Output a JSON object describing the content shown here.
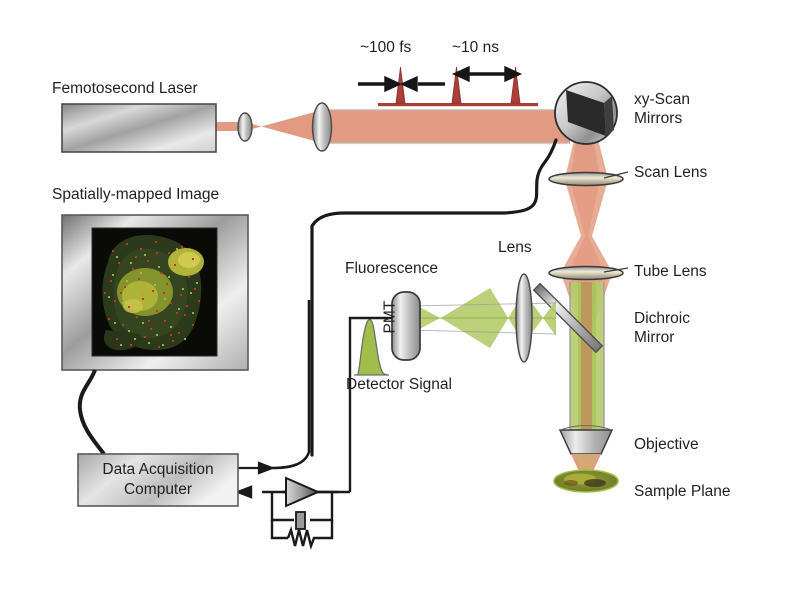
{
  "diagram": {
    "title": "Two-photon laser scanning microscope schematic",
    "labels": {
      "laser": "Femotosecond Laser",
      "pulse_width": "~100 fs",
      "pulse_spacing": "~10 ns",
      "scan_mirrors": "xy-Scan\nMirrors",
      "scan_mirrors_line1": "xy-Scan",
      "scan_mirrors_line2": "Mirrors",
      "scan_lens": "Scan Lens",
      "tube_lens": "Tube Lens",
      "dichroic_line1": "Dichroic",
      "dichroic_line2": "Mirror",
      "objective": "Objective",
      "sample_plane": "Sample Plane",
      "lens": "Lens",
      "fluorescence": "Fluorescence",
      "pmt": "PMT",
      "detector_signal": "Detector Signal",
      "image_title": "Spatially-mapped Image",
      "computer_line1": "Data Acquisition",
      "computer_line2": "Computer"
    },
    "colors": {
      "excitation_beam": "#e29a82",
      "pulse_peak": "#a93f37",
      "fluorescence_beam": "#b5cc6e",
      "detector_signal": "#9fbf4a",
      "metal_light": "#f2f2f2",
      "metal_dark": "#6e6e6e",
      "outline": "#3a3a3a",
      "wire": "#1a1a1a",
      "text": "#231f20"
    },
    "components": [
      {
        "name": "femtosecond-laser",
        "type": "source"
      },
      {
        "name": "collimating-lens-small",
        "type": "lens"
      },
      {
        "name": "beam-expander-lens",
        "type": "lens"
      },
      {
        "name": "pulse-train",
        "type": "waveform",
        "pulses": 3
      },
      {
        "name": "xy-scan-mirrors",
        "type": "galvo-mirror"
      },
      {
        "name": "scan-lens",
        "type": "lens"
      },
      {
        "name": "tube-lens",
        "type": "lens"
      },
      {
        "name": "dichroic-mirror",
        "type": "mirror"
      },
      {
        "name": "objective",
        "type": "objective"
      },
      {
        "name": "sample-plane",
        "type": "sample"
      },
      {
        "name": "collection-lens",
        "type": "lens"
      },
      {
        "name": "pmt",
        "type": "detector"
      },
      {
        "name": "transimpedance-amplifier",
        "type": "amplifier"
      },
      {
        "name": "feedback-capacitor",
        "type": "capacitor"
      },
      {
        "name": "feedback-resistor",
        "type": "resistor"
      },
      {
        "name": "data-acquisition-computer",
        "type": "computer"
      },
      {
        "name": "spatially-mapped-image",
        "type": "monitor"
      }
    ]
  }
}
